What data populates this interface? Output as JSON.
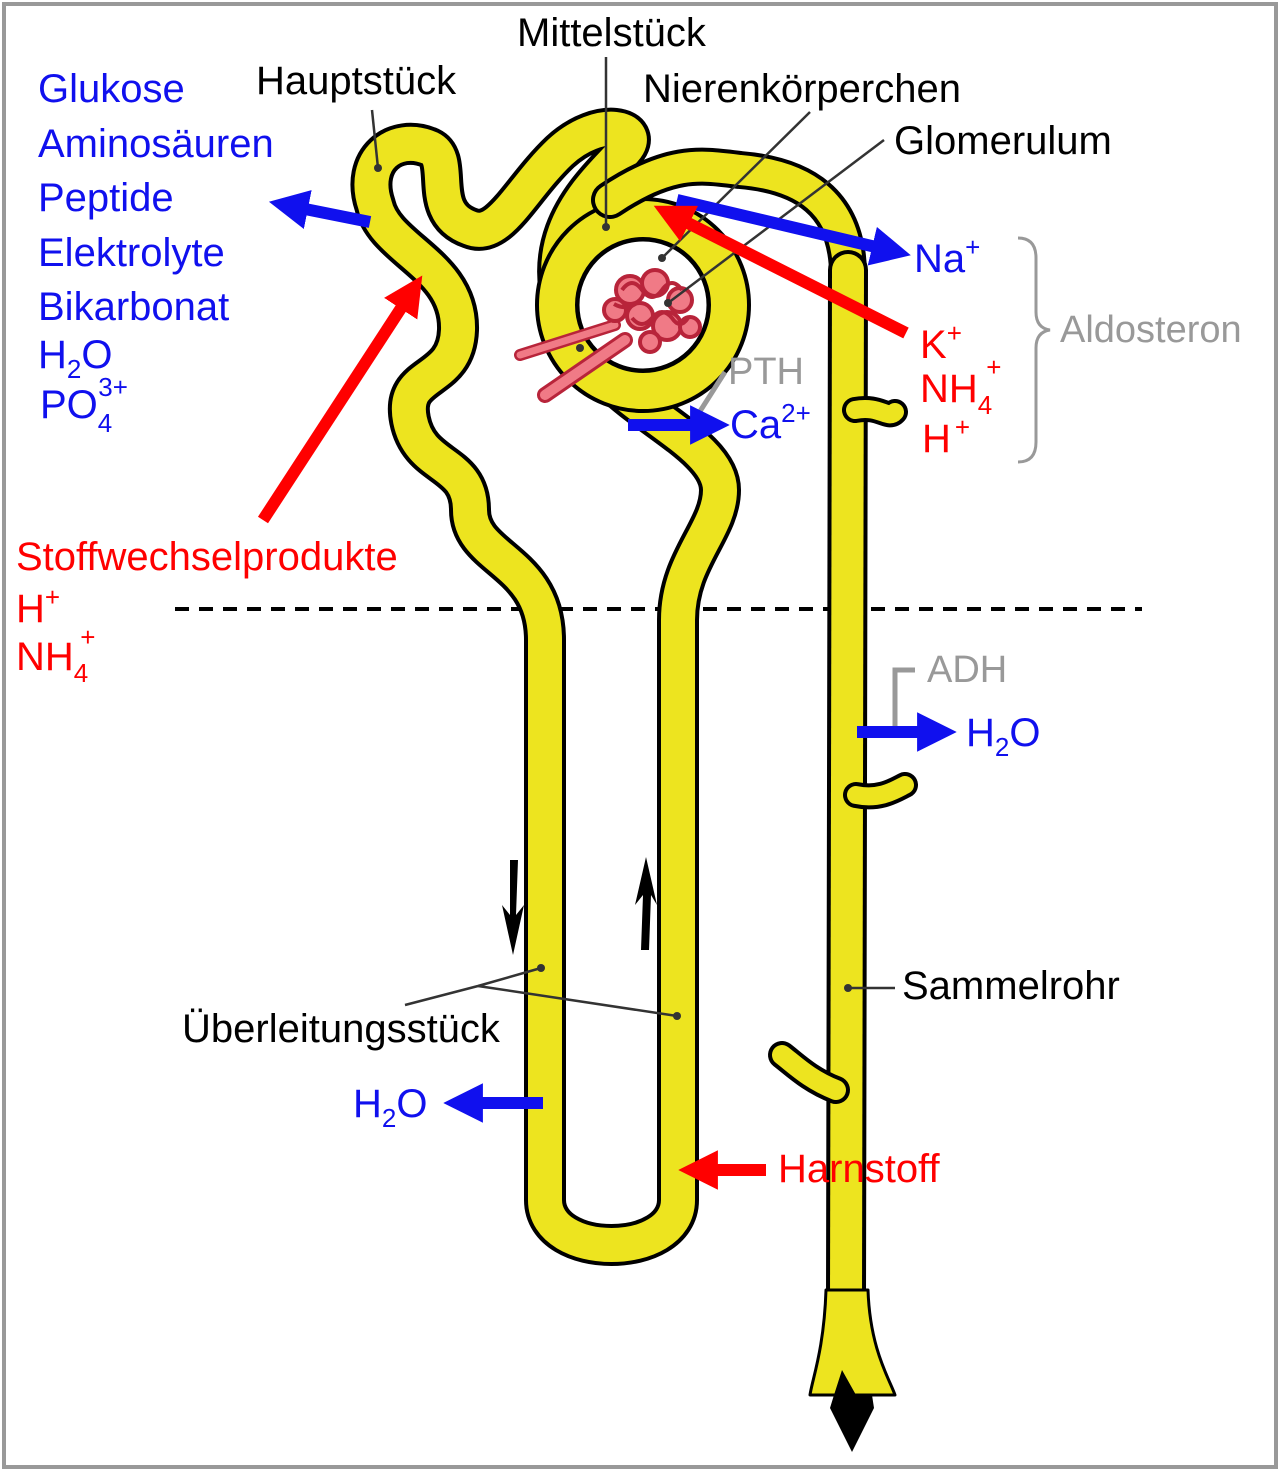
{
  "colors": {
    "tubule_fill": "#ede41f",
    "tubule_stroke": "#000000",
    "reabsorption": "#1010ee",
    "secretion": "#ff0000",
    "hormone": "#999999",
    "capillary_fill": "#f07a86",
    "capillary_stroke": "#b8243a",
    "frame": "#999999"
  },
  "structure_labels": {
    "mittelstueck": "Mittelstück",
    "hauptstueck": "Hauptstück",
    "nierenkoerperchen": "Nierenkörperchen",
    "glomerulum": "Glomerulum",
    "ueberleitungsstueck": "Überleitungsstück",
    "sammelrohr": "Sammelrohr"
  },
  "reabsorbed_substances": {
    "glukose": "Glukose",
    "aminosaeuren": "Aminosäuren",
    "peptide": "Peptide",
    "elektrolyte": "Elektrolyte",
    "bikarbonat": "Bikarbonat",
    "water_base1": "H",
    "water_sub1": "2",
    "water_base2": "O",
    "phosphate_base": "PO",
    "phosphate_sub": "4",
    "phosphate_sup": "3+"
  },
  "secreted_substances": {
    "stoffwechselprodukte": "Stoffwechselprodukte",
    "h_base": "H",
    "h_sup": "+",
    "nh4_base": "NH",
    "nh4_sub": "4",
    "nh4_sup": "+"
  },
  "distal_ions": {
    "na_base": "Na",
    "na_sup": "+",
    "k_base": "K",
    "k_sup": "+",
    "nh4_base": "NH",
    "nh4_sub": "4",
    "nh4_sup": "+",
    "h_base": "H",
    "h_sup": "+",
    "ca_base": "Ca",
    "ca_sup": "2+"
  },
  "hormones": {
    "aldosteron": "Aldosteron",
    "pth": "PTH",
    "adh": "ADH"
  },
  "medulla_labels": {
    "water_right_base1": "H",
    "water_right_sub": "2",
    "water_right_base2": "O",
    "water_left_base1": "H",
    "water_left_sub": "2",
    "water_left_base2": "O",
    "harnstoff": "Harnstoff"
  }
}
